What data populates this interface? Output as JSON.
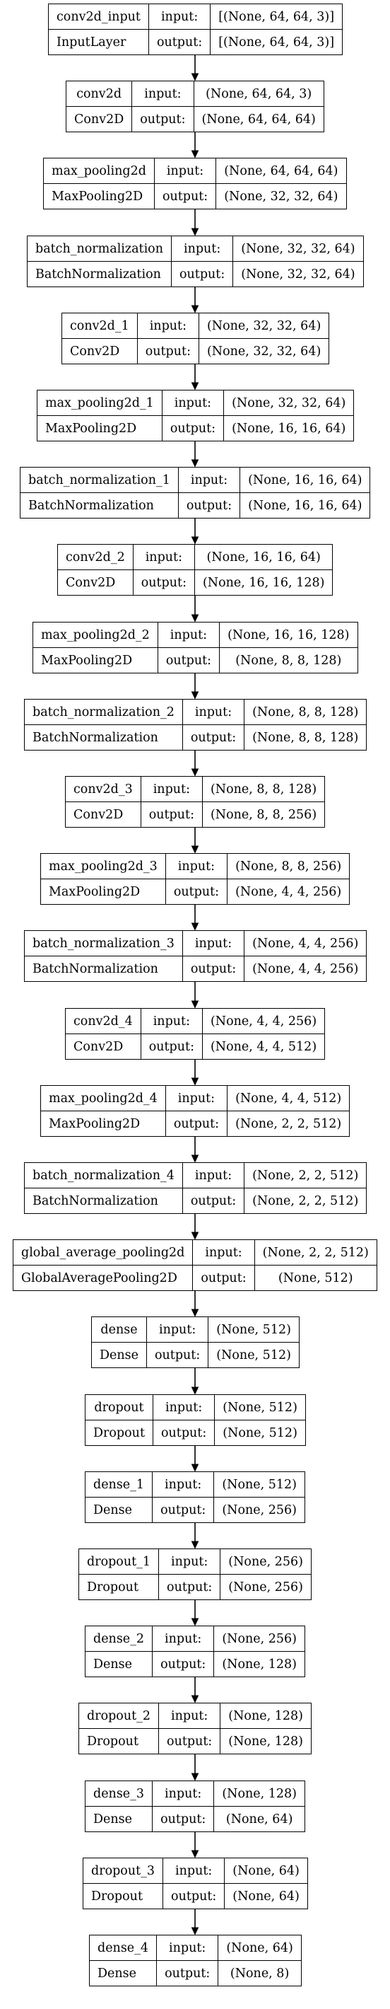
{
  "layers": [
    {
      "name": "conv2d_input",
      "type": "InputLayer",
      "input_label": "input:",
      "output_label": "output:",
      "input": "[(None, 64, 64, 3)]",
      "output": "[(None, 64, 64, 3)]"
    },
    {
      "name": "conv2d",
      "type": "Conv2D",
      "input_label": "input:",
      "output_label": "output:",
      "input": "(None, 64, 64, 3)",
      "output": "(None, 64, 64, 64)"
    },
    {
      "name": "max_pooling2d",
      "type": "MaxPooling2D",
      "input_label": "input:",
      "output_label": "output:",
      "input": "(None, 64, 64, 64)",
      "output": "(None, 32, 32, 64)"
    },
    {
      "name": "batch_normalization",
      "type": "BatchNormalization",
      "input_label": "input:",
      "output_label": "output:",
      "input": "(None, 32, 32, 64)",
      "output": "(None, 32, 32, 64)"
    },
    {
      "name": "conv2d_1",
      "type": "Conv2D",
      "input_label": "input:",
      "output_label": "output:",
      "input": "(None, 32, 32, 64)",
      "output": "(None, 32, 32, 64)"
    },
    {
      "name": "max_pooling2d_1",
      "type": "MaxPooling2D",
      "input_label": "input:",
      "output_label": "output:",
      "input": "(None, 32, 32, 64)",
      "output": "(None, 16, 16, 64)"
    },
    {
      "name": "batch_normalization_1",
      "type": "BatchNormalization",
      "input_label": "input:",
      "output_label": "output:",
      "input": "(None, 16, 16, 64)",
      "output": "(None, 16, 16, 64)"
    },
    {
      "name": "conv2d_2",
      "type": "Conv2D",
      "input_label": "input:",
      "output_label": "output:",
      "input": "(None, 16, 16, 64)",
      "output": "(None, 16, 16, 128)"
    },
    {
      "name": "max_pooling2d_2",
      "type": "MaxPooling2D",
      "input_label": "input:",
      "output_label": "output:",
      "input": "(None, 16, 16, 128)",
      "output": "(None, 8, 8, 128)"
    },
    {
      "name": "batch_normalization_2",
      "type": "BatchNormalization",
      "input_label": "input:",
      "output_label": "output:",
      "input": "(None, 8, 8, 128)",
      "output": "(None, 8, 8, 128)"
    },
    {
      "name": "conv2d_3",
      "type": "Conv2D",
      "input_label": "input:",
      "output_label": "output:",
      "input": "(None, 8, 8, 128)",
      "output": "(None, 8, 8, 256)"
    },
    {
      "name": "max_pooling2d_3",
      "type": "MaxPooling2D",
      "input_label": "input:",
      "output_label": "output:",
      "input": "(None, 8, 8, 256)",
      "output": "(None, 4, 4, 256)"
    },
    {
      "name": "batch_normalization_3",
      "type": "BatchNormalization",
      "input_label": "input:",
      "output_label": "output:",
      "input": "(None, 4, 4, 256)",
      "output": "(None, 4, 4, 256)"
    },
    {
      "name": "conv2d_4",
      "type": "Conv2D",
      "input_label": "input:",
      "output_label": "output:",
      "input": "(None, 4, 4, 256)",
      "output": "(None, 4, 4, 512)"
    },
    {
      "name": "max_pooling2d_4",
      "type": "MaxPooling2D",
      "input_label": "input:",
      "output_label": "output:",
      "input": "(None, 4, 4, 512)",
      "output": "(None, 2, 2, 512)"
    },
    {
      "name": "batch_normalization_4",
      "type": "BatchNormalization",
      "input_label": "input:",
      "output_label": "output:",
      "input": "(None, 2, 2, 512)",
      "output": "(None, 2, 2, 512)"
    },
    {
      "name": "global_average_pooling2d",
      "type": "GlobalAveragePooling2D",
      "input_label": "input:",
      "output_label": "output:",
      "input": "(None, 2, 2, 512)",
      "output": "(None, 512)"
    },
    {
      "name": "dense",
      "type": "Dense",
      "input_label": "input:",
      "output_label": "output:",
      "input": "(None, 512)",
      "output": "(None, 512)"
    },
    {
      "name": "dropout",
      "type": "Dropout",
      "input_label": "input:",
      "output_label": "output:",
      "input": "(None, 512)",
      "output": "(None, 512)"
    },
    {
      "name": "dense_1",
      "type": "Dense",
      "input_label": "input:",
      "output_label": "output:",
      "input": "(None, 512)",
      "output": "(None, 256)"
    },
    {
      "name": "dropout_1",
      "type": "Dropout",
      "input_label": "input:",
      "output_label": "output:",
      "input": "(None, 256)",
      "output": "(None, 256)"
    },
    {
      "name": "dense_2",
      "type": "Dense",
      "input_label": "input:",
      "output_label": "output:",
      "input": "(None, 256)",
      "output": "(None, 128)"
    },
    {
      "name": "dropout_2",
      "type": "Dropout",
      "input_label": "input:",
      "output_label": "output:",
      "input": "(None, 128)",
      "output": "(None, 128)"
    },
    {
      "name": "dense_3",
      "type": "Dense",
      "input_label": "input:",
      "output_label": "output:",
      "input": "(None, 128)",
      "output": "(None, 64)"
    },
    {
      "name": "dropout_3",
      "type": "Dropout",
      "input_label": "input:",
      "output_label": "output:",
      "input": "(None, 64)",
      "output": "(None, 64)"
    },
    {
      "name": "dense_4",
      "type": "Dense",
      "input_label": "input:",
      "output_label": "output:",
      "input": "(None, 64)",
      "output": "(None, 8)"
    }
  ]
}
